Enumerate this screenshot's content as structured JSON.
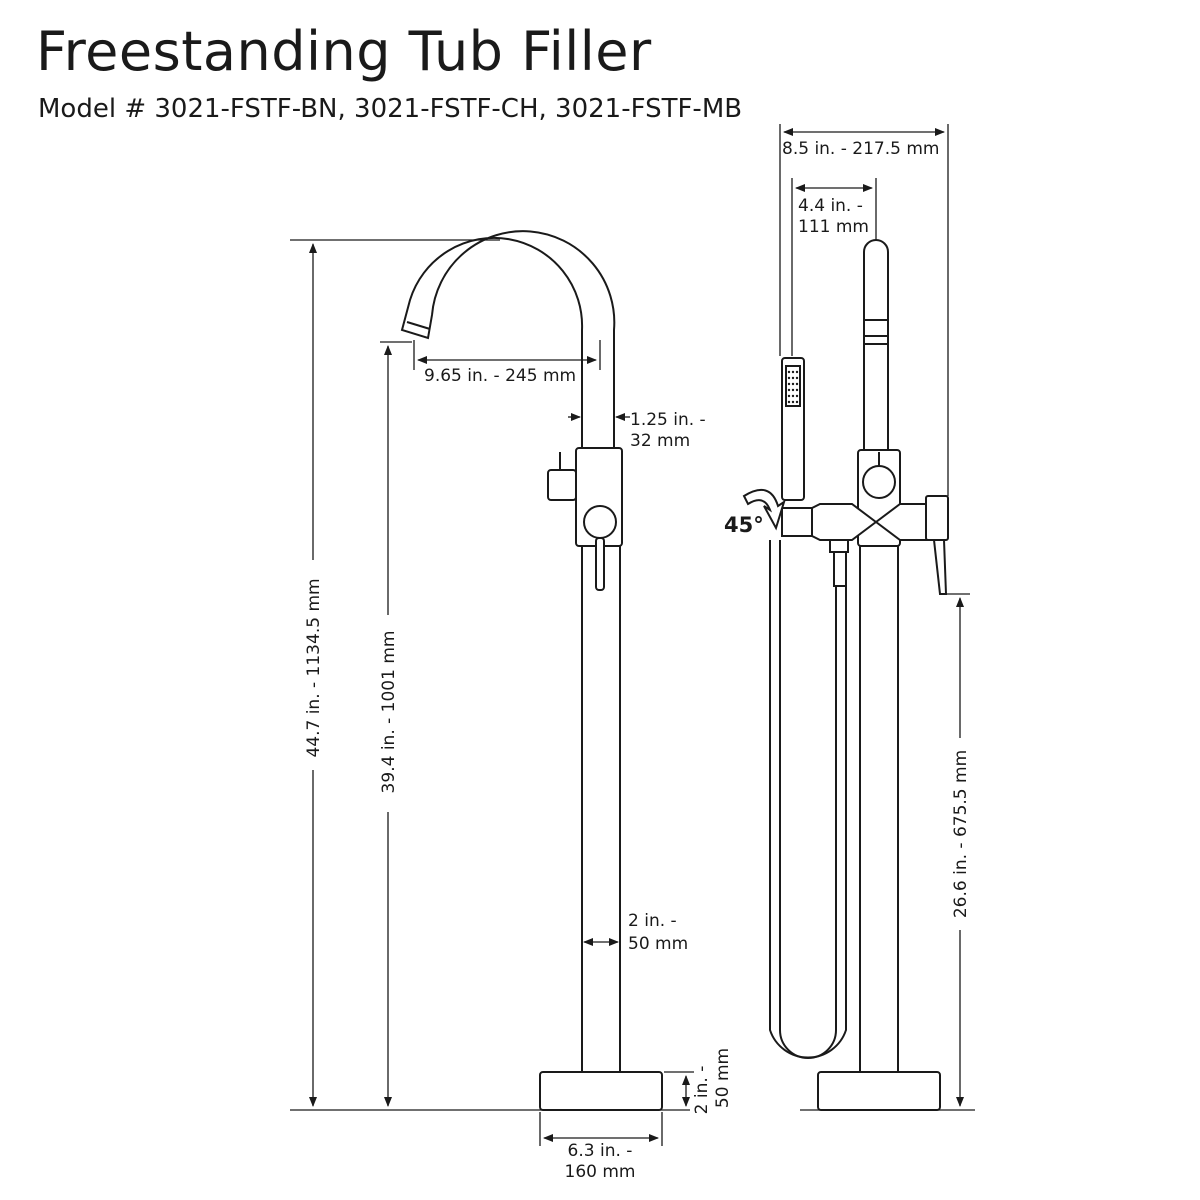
{
  "header": {
    "title": "Freestanding Tub Filler",
    "model": "Model # 3021-FSTF-BN, 3021-FSTF-CH, 3021-FSTF-MB"
  },
  "dimensions": {
    "total_height": "44.7 in. - 1134.5 mm",
    "spout_height": "39.4 in. - 1001 mm",
    "spout_reach": "9.65 in. - 245 mm",
    "spout_diameter_1": "1.25 in. -",
    "spout_diameter_2": "32 mm",
    "column_diameter_1": "2 in. -",
    "column_diameter_2": "50 mm",
    "base_height_1": "2 in. -",
    "base_height_2": "50 mm",
    "base_width_1": "6.3 in. -",
    "base_width_2": "160 mm",
    "side_width": "8.5 in. - 217.5 mm",
    "handshower_offset_1": "4.4 in. -",
    "handshower_offset_2": "111 mm",
    "handle_height": "26.6 in. - 675.5 mm",
    "rotation_angle": "45°"
  }
}
